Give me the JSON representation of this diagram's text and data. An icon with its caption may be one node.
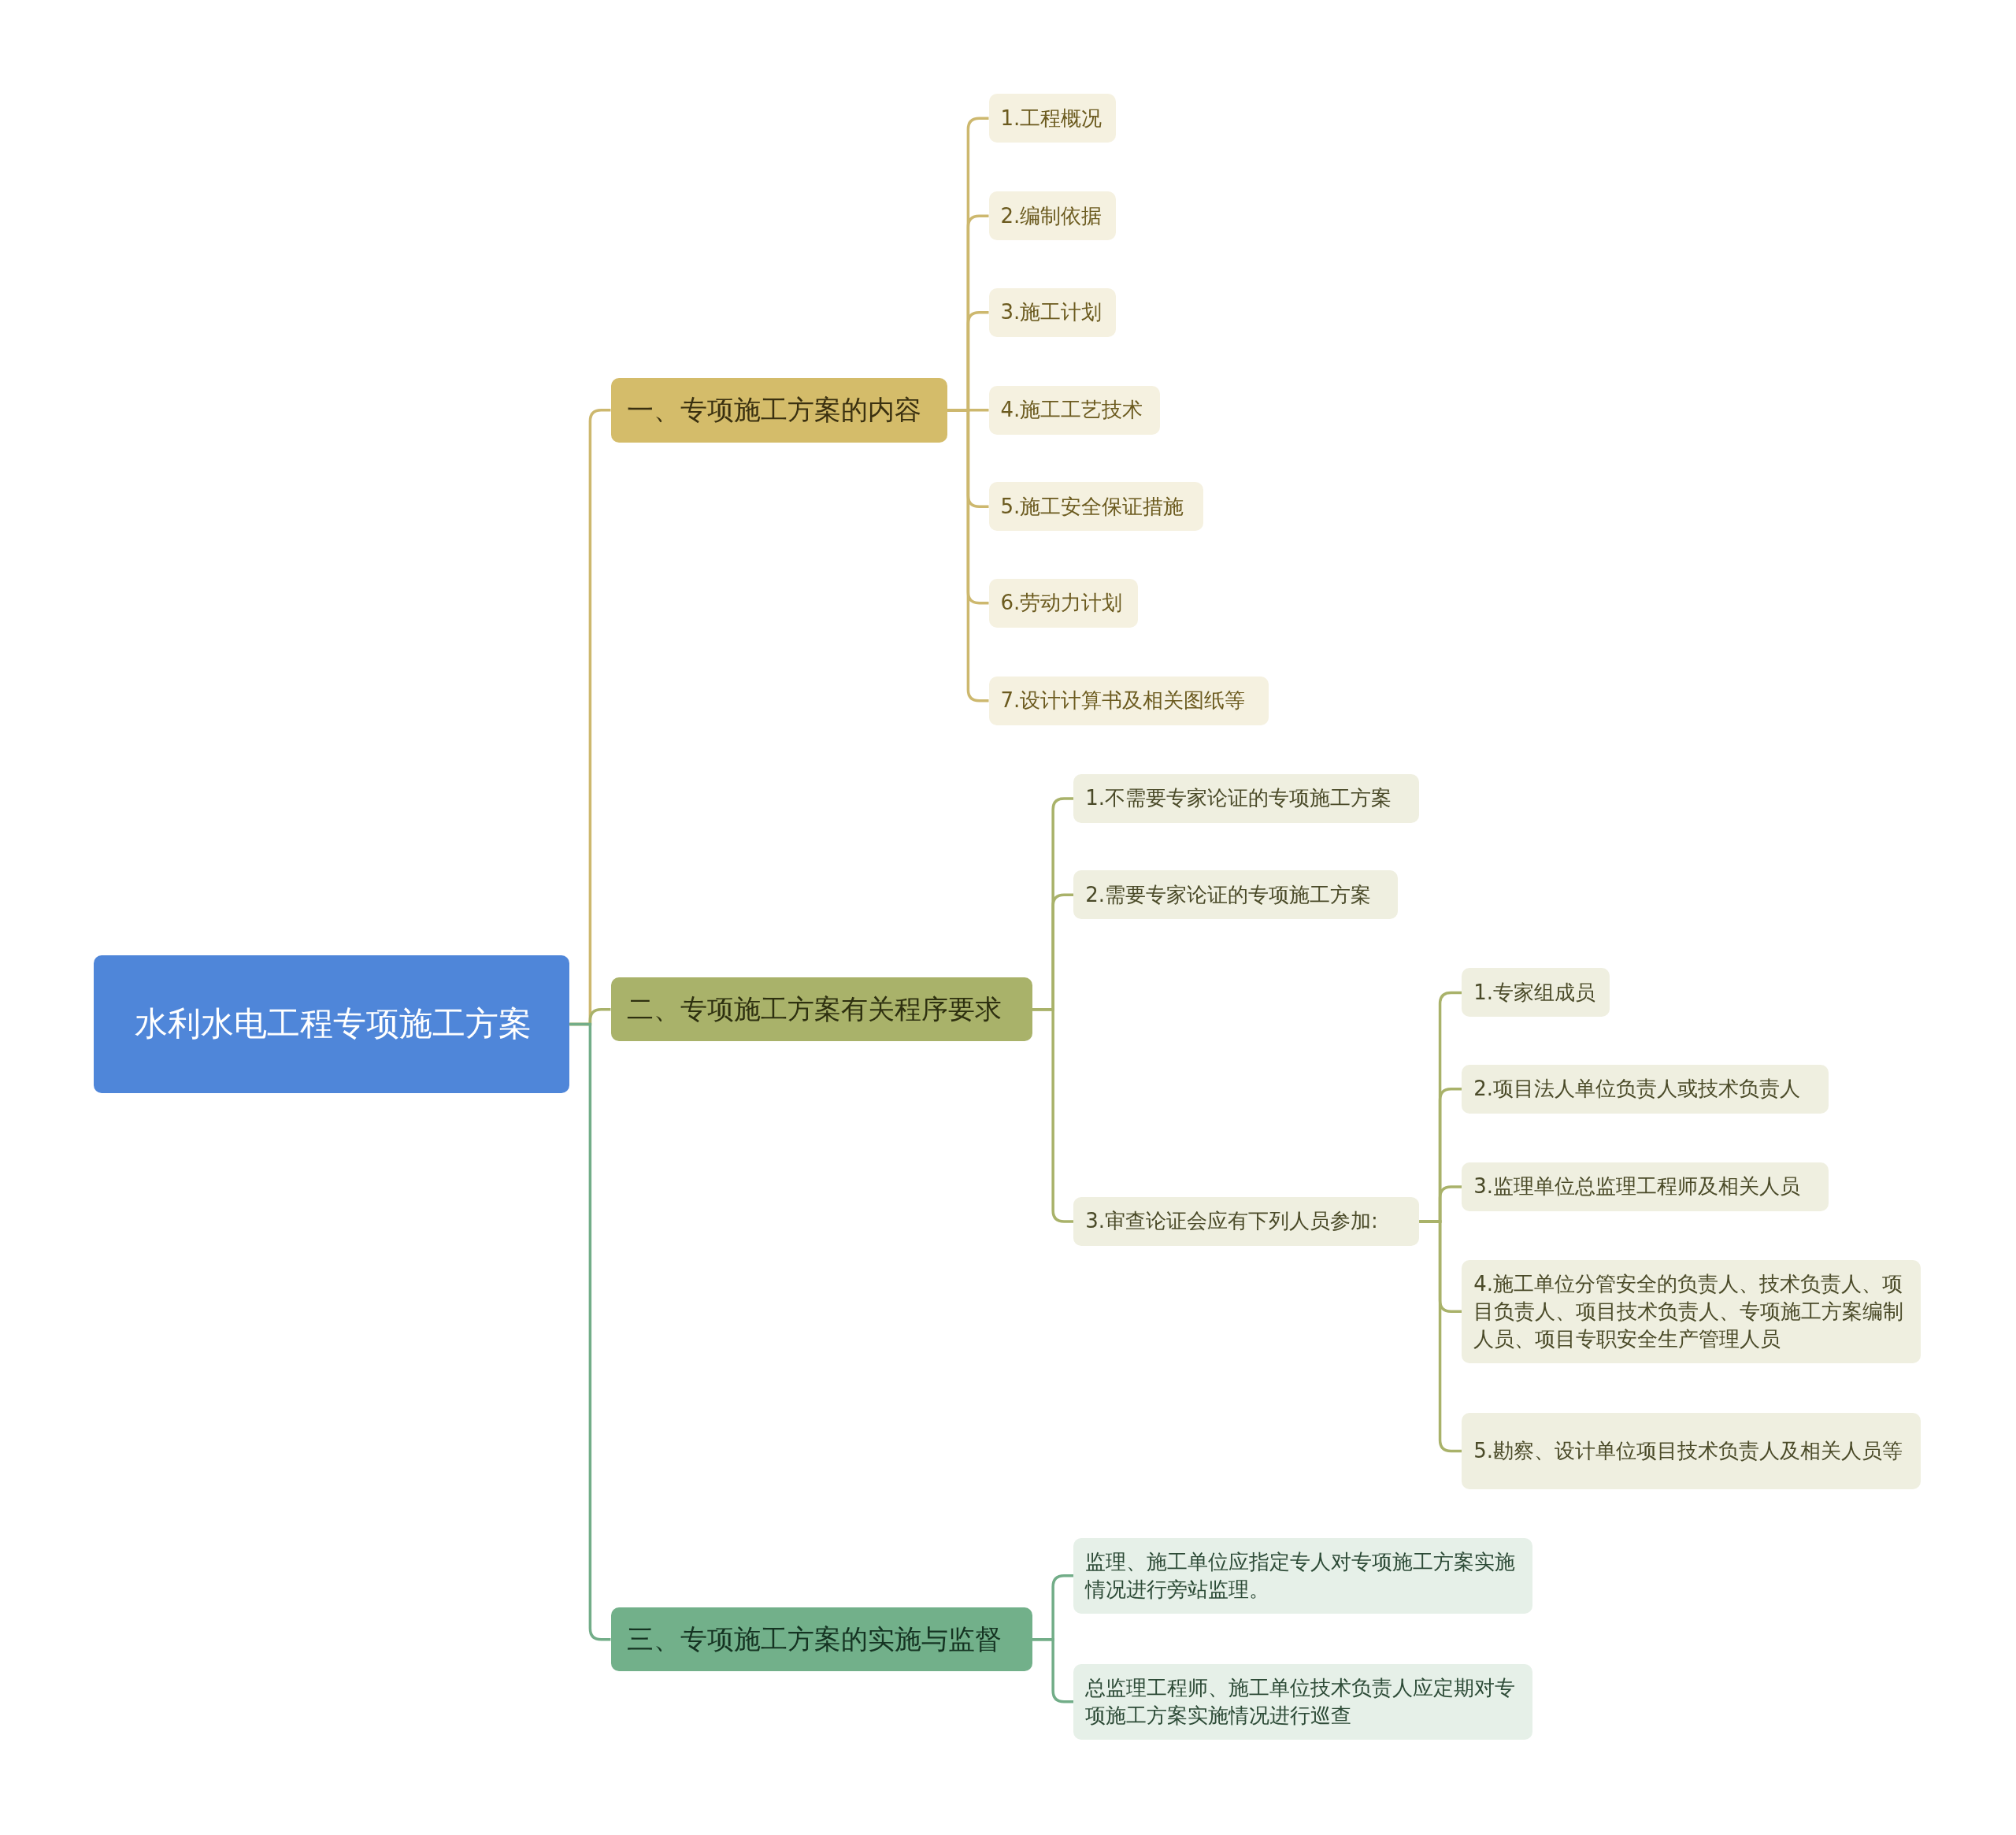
{
  "diagram": {
    "nodes": [
      {
        "text": [
          "水利水电工程专项施工方案"
        ]
      },
      {
        "text": [
          "一、专项施工方案的内容"
        ]
      },
      {
        "text": [
          "1.工程概况"
        ]
      },
      {
        "text": [
          "2.编制依据"
        ]
      },
      {
        "text": [
          "3.施工计划"
        ]
      },
      {
        "text": [
          "4.施工工艺技术"
        ]
      },
      {
        "text": [
          "5.施工安全保证措施"
        ]
      },
      {
        "text": [
          "6.劳动力计划"
        ]
      },
      {
        "text": [
          "7.设计计算书及相关图纸等"
        ]
      },
      {
        "text": [
          "二、专项施工方案有关程序要求"
        ]
      },
      {
        "text": [
          "1.不需要专家论证的专项施工方案"
        ]
      },
      {
        "text": [
          "2.需要专家论证的专项施工方案"
        ]
      },
      {
        "text": [
          "3.审查论证会应有下列人员参加:"
        ]
      },
      {
        "text": [
          "1.专家组成员"
        ]
      },
      {
        "text": [
          "2.项目法人单位负责人或技术负责人"
        ]
      },
      {
        "text": [
          "3.监理单位总监理工程师及相关人员"
        ]
      },
      {
        "text": [
          "4.施工单位分管安全的负责人、技术负责人、项目负责人、项目技术负责人、专项施工方案编制人员、项目专职安全生产管理人员"
        ]
      },
      {
        "text": [
          "5.勘察、设计单位项目技术负责人及相关人员等"
        ]
      },
      {
        "text": [
          "三、专项施工方案的实施与监督"
        ]
      },
      {
        "text": [
          "监理、施工单位应指定专人对专项施工方案实施情况进行旁站监理。"
        ]
      },
      {
        "text": [
          "总监理工程师、施工单位技术负责人应定期对专项施工方案实施情况进行巡查"
        ]
      }
    ],
    "edges": [
      {
        "from": 0,
        "to": 1,
        "arrow": "none",
        "color": "#cdb86e"
      },
      {
        "from": 1,
        "to": 2,
        "arrow": "none",
        "color": "#cdb86e"
      },
      {
        "from": 1,
        "to": 3,
        "arrow": "none",
        "color": "#cdb86e"
      },
      {
        "from": 1,
        "to": 4,
        "arrow": "none",
        "color": "#cdb86e"
      },
      {
        "from": 1,
        "to": 5,
        "arrow": "none",
        "color": "#cdb86e"
      },
      {
        "from": 1,
        "to": 6,
        "arrow": "none",
        "color": "#cdb86e"
      },
      {
        "from": 1,
        "to": 7,
        "arrow": "none",
        "color": "#cdb86e"
      },
      {
        "from": 1,
        "to": 8,
        "arrow": "none",
        "color": "#cdb86e"
      },
      {
        "from": 0,
        "to": 9,
        "arrow": "none"
      },
      {
        "from": 9,
        "to": 10,
        "arrow": "none"
      },
      {
        "from": 9,
        "to": 11,
        "arrow": "none"
      },
      {
        "from": 9,
        "to": 12,
        "arrow": "none"
      },
      {
        "from": 12,
        "to": 13,
        "arrow": "none"
      },
      {
        "from": 12,
        "to": 14,
        "arrow": "none"
      },
      {
        "from": 12,
        "to": 15,
        "arrow": "none"
      },
      {
        "from": 12,
        "to": 16,
        "arrow": "none"
      },
      {
        "from": 12,
        "to": 17,
        "arrow": "none"
      },
      {
        "from": 0,
        "to": 18,
        "arrow": "none",
        "color": "#72ad88"
      },
      {
        "from": 18,
        "to": 19,
        "arrow": "none",
        "color": "#72ad88"
      },
      {
        "from": 18,
        "to": 20,
        "arrow": "none",
        "color": "#72ad88"
      }
    ]
  }
}
